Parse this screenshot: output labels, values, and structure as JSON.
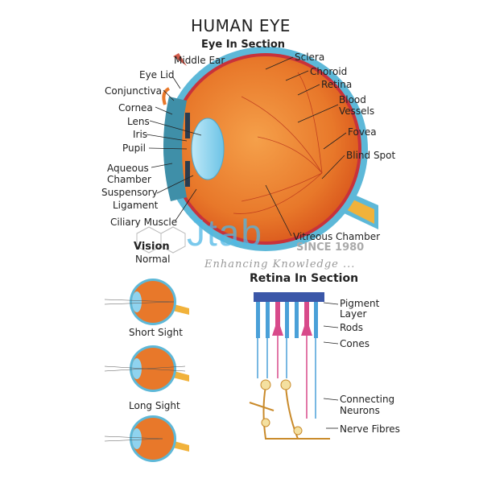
{
  "title": "HUMAN EYE",
  "eye_section": {
    "heading": "Eye In Section",
    "labels": {
      "middle_ear": "Middle Ear",
      "sclera": "Sclera",
      "eye_lid": "Eye Lid",
      "choroid": "Choroid",
      "conjunctiva": "Conjunctiva",
      "retina": "Retina",
      "blood_vessels_1": "Blood",
      "blood_vessels_2": "Vessels",
      "cornea": "Cornea",
      "lens": "Lens",
      "iris": "Iris",
      "pupil": "Pupil",
      "fovea": "Fovea",
      "blind_spot": "Blind Spot",
      "aqueous_1": "Aqueous",
      "aqueous_2": "Chamber",
      "suspensory_1": "Suspensory",
      "suspensory_2": "Ligament",
      "ciliary": "Ciliary Muscle",
      "vitreous": "Vitreous Chamber"
    }
  },
  "vision": {
    "heading": "Vision",
    "normal": "Normal",
    "short_sight": "Short Sight",
    "long_sight": "Long Sight"
  },
  "retina_section": {
    "heading": "Retina In Section",
    "labels": {
      "pigment_1": "Pigment",
      "pigment_2": "Layer",
      "rods": "Rods",
      "cones": "Cones",
      "neurons_1": "Connecting",
      "neurons_2": "Neurons",
      "nerve_fibres": "Nerve Fibres"
    }
  },
  "watermark": {
    "logo": "Jtab",
    "since": "SINCE 1980",
    "tagline": "Enhancing Knowledge ..."
  },
  "colors": {
    "sclera": "#5db8d8",
    "choroid": "#c8323a",
    "vitreous": "#e8782a",
    "lens": "#8fd3ef"
  }
}
